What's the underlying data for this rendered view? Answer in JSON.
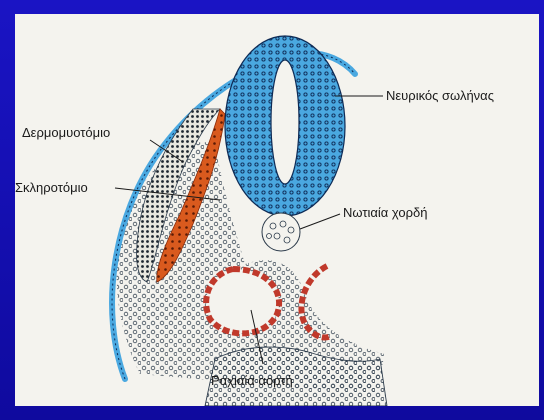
{
  "labels": {
    "neural_tube": "Νευρικός σωλήνας",
    "dermomyotome": "Δερμομυοτόμιο",
    "sclerotome": "Σκληροτόμιο",
    "notochord": "Νωτιαία χορδή",
    "dorsal_aorta": "Ραχιαία αορτή"
  },
  "colors": {
    "frame": "#1410b8",
    "panel": "#f4f3ee",
    "neural_tube": "#4aa8e0",
    "ectoderm": "#4aa8e0",
    "sclerotome_region": "#d95a1e",
    "aorta_wall": "#c0392b",
    "cells": "#2b3a4a"
  }
}
